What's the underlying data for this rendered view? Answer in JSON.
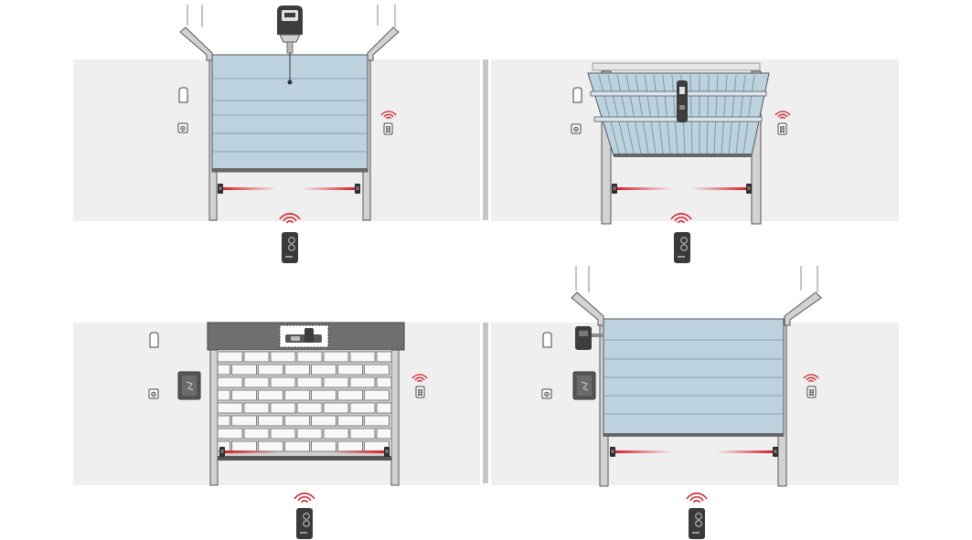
{
  "diagram": {
    "panels": [
      {
        "door_type": "sectional-ceiling-door",
        "devices": [
          "overhead-motor-icon",
          "photocell-pair",
          "remote-control",
          "keypad",
          "wall-push-button",
          "flashing-light-icon"
        ]
      },
      {
        "door_type": "up-and-over-tilt-door",
        "devices": [
          "door-mounted-motor-icon",
          "photocell-pair",
          "remote-control",
          "keypad",
          "wall-push-button",
          "flashing-light-icon"
        ]
      },
      {
        "door_type": "roller-shutter-door",
        "devices": [
          "tube-motor-icon",
          "control-box-icon",
          "photocell-pair",
          "remote-control",
          "keypad",
          "wall-push-button",
          "flashing-light-icon"
        ]
      },
      {
        "door_type": "sectional-side-motor-door",
        "devices": [
          "side-motor-icon",
          "control-box-icon",
          "photocell-pair",
          "remote-control",
          "keypad",
          "wall-push-button",
          "flashing-light-icon"
        ]
      }
    ],
    "colors": {
      "wall": "#efefef",
      "door_panel": "#bcd3df",
      "frame": "#d2d2d2",
      "outline": "#555555",
      "beam": "#d6212b",
      "roller_housing": "#6f6f6f",
      "brick_fill": "#f8f8f8",
      "device_dark": "#3d3d3d"
    }
  }
}
